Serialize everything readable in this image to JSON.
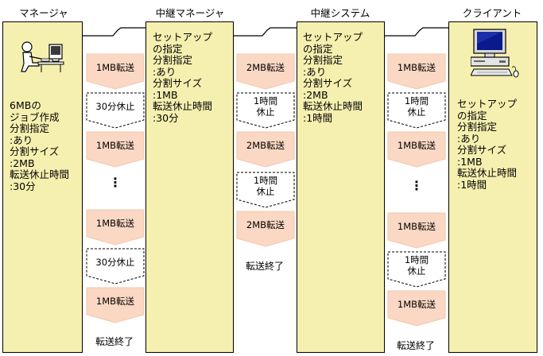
{
  "headers": {
    "manager": "マネージャ",
    "relay_manager": "中継マネージャ",
    "relay_system": "中継システム",
    "client": "クライアント"
  },
  "panels": {
    "manager": "6MBの\nジョブ作成\n分割指定\n:あり\n分割サイズ\n:2MB\n転送休止時間\n:30分",
    "relay_manager": "セットアップ\nの指定\n分割指定\n:あり\n分割サイズ\n:1MB\n転送休止時間\n:30分",
    "relay_system": "セットアップ\nの指定\n分割指定\n:あり\n分割サイズ\n:2MB\n転送休止時間\n:1時間",
    "client": "セットアップ\nの指定\n分割指定\n:あり\n分割サイズ\n:1MB\n転送休止時間\n:1時間"
  },
  "flow_columns": {
    "col1": {
      "steps": [
        "1MB転送",
        "30分休止",
        "1MB転送",
        "⋮",
        "1MB転送",
        "30分休止",
        "1MB転送"
      ],
      "end": "転送終了"
    },
    "col2": {
      "steps": [
        "2MB転送",
        "1時間\n休止",
        "2MB転送",
        "1時間\n休止",
        "2MB転送"
      ],
      "end": "転送終了"
    },
    "col3": {
      "steps": [
        "1MB転送",
        "1時間\n休止",
        "1MB転送",
        "⋮",
        "1MB転送",
        "1時間\n休止",
        "1MB転送"
      ],
      "end": "転送終了"
    }
  },
  "colors": {
    "panel_fill": "#f6f0b0",
    "transfer_fill": "#fbd8c4",
    "pause_fill": "#ffffff",
    "border": "#000000"
  },
  "icons": [
    "person-at-computer-icon",
    "desktop-computer-icon"
  ]
}
